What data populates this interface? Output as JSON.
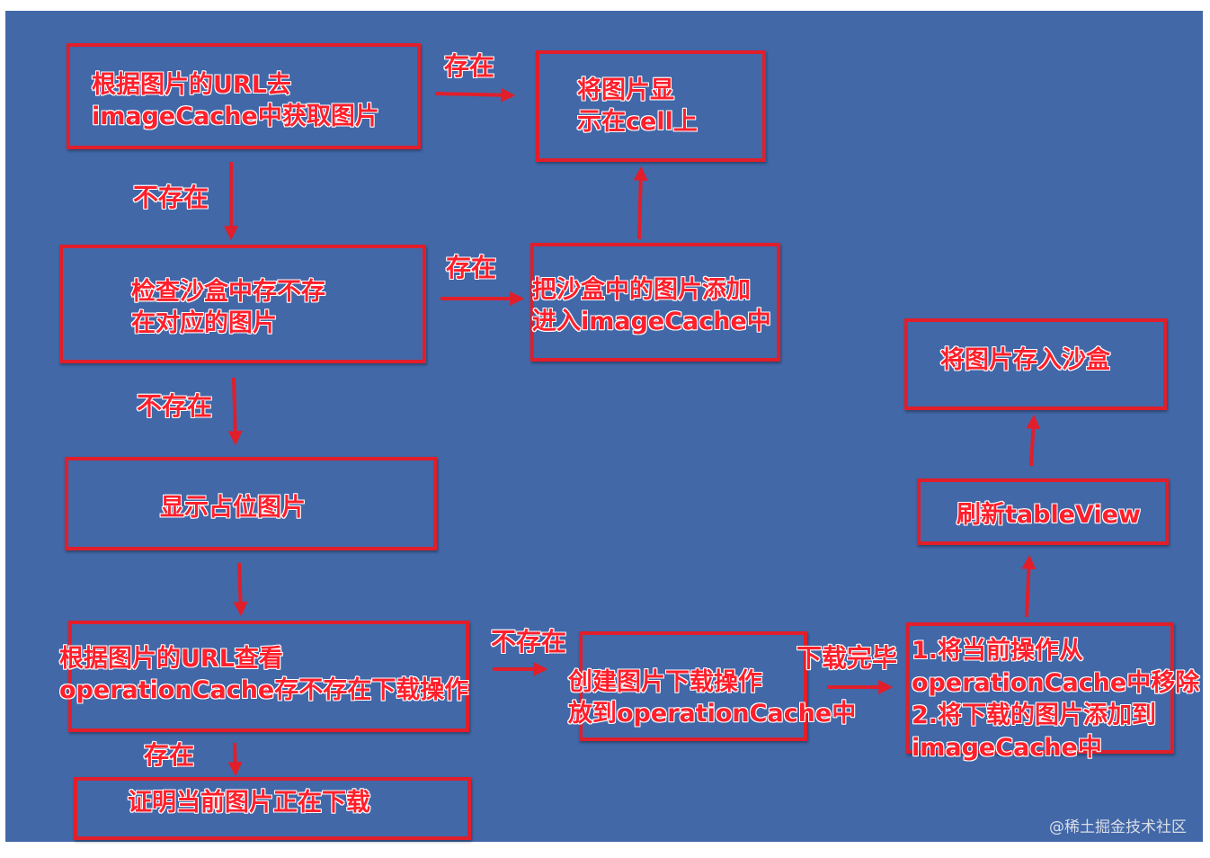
{
  "boxes": {
    "lookup_cache": [
      "根据图片的URL去",
      "imageCache中获取图片"
    ],
    "show_on_cell": [
      "将图片显",
      "示在cell上"
    ],
    "check_sandbox": [
      "检查沙盒中存不存",
      "在对应的图片"
    ],
    "add_to_cache": [
      "把沙盒中的图片添加",
      "进入imageCache中"
    ],
    "placeholder": "显示占位图片",
    "check_operation": [
      "根据图片的URL查看",
      "operationCache存不存在下载操作"
    ],
    "create_download": [
      "创建图片下载操作",
      "放到operationCache中"
    ],
    "downloading": "证明当前图片正在下载",
    "finish_steps": [
      "1.将当前操作从",
      "operationCache中移除",
      "2.将下载的图片添加到",
      "imageCache中"
    ],
    "refresh_table": "刷新tableView",
    "save_sandbox": "将图片存入沙盒"
  },
  "labels": {
    "exists_1": "存在",
    "not_exists_1": "不存在",
    "exists_2": "存在",
    "not_exists_2": "不存在",
    "not_exists_3": "不存在",
    "exists_3": "存在",
    "download_done": "下载完毕"
  },
  "watermark": "@稀土掘金技术社区",
  "colors": {
    "background": "#4268a8",
    "accent": "#e11e2a"
  }
}
